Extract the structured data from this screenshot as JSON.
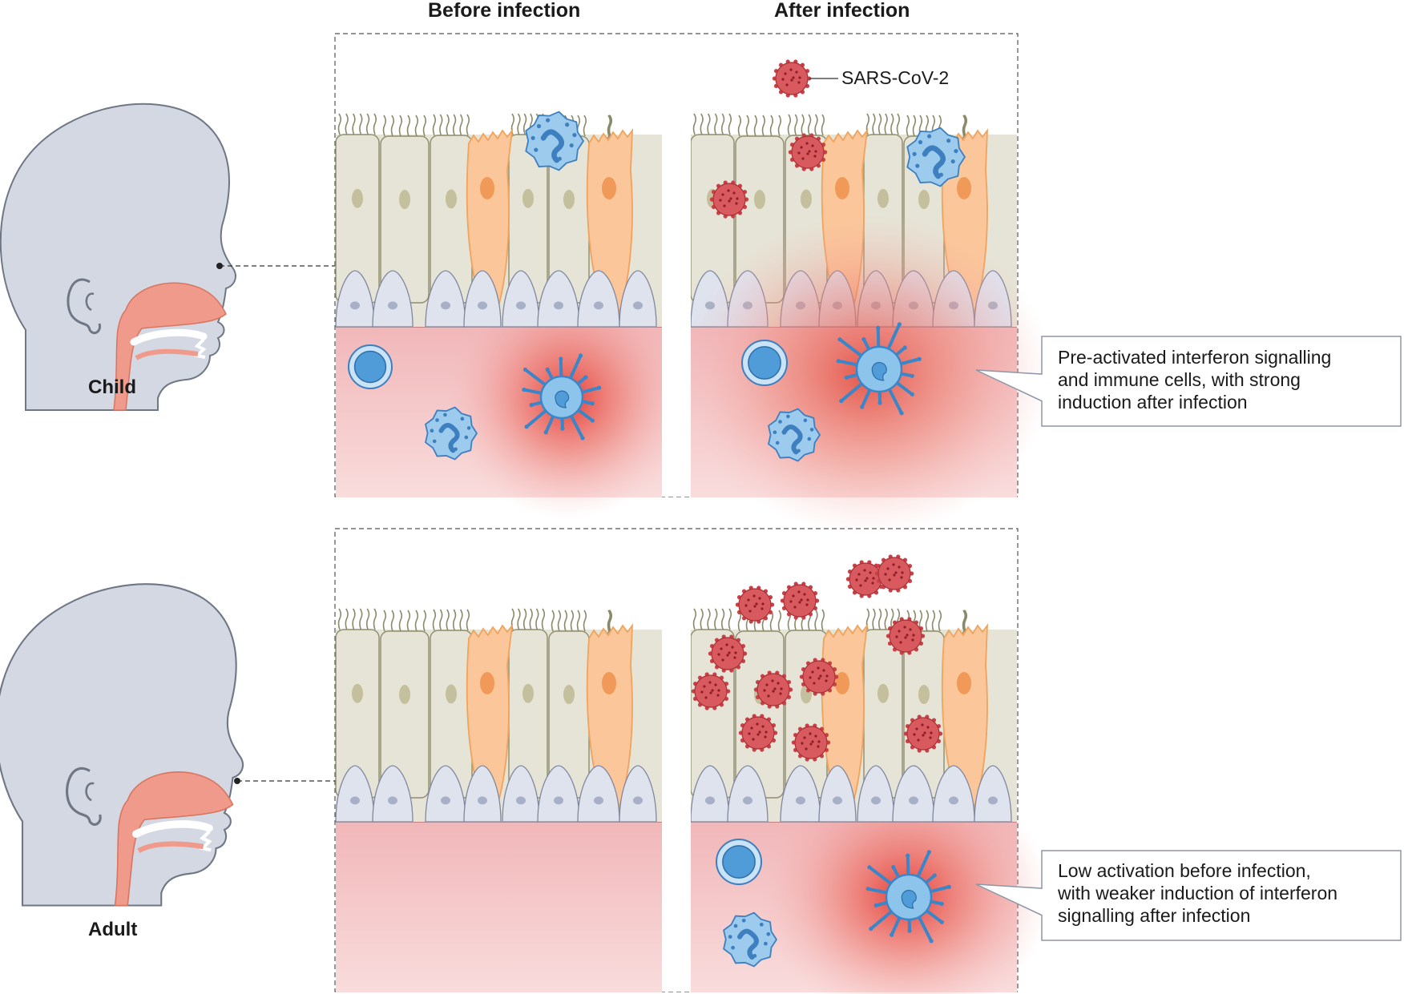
{
  "columns": {
    "before": "Before infection",
    "after": "After infection"
  },
  "legend": {
    "virus": "SARS-CoV-2"
  },
  "rows": {
    "child": {
      "label": "Child",
      "callout_lines": [
        "Pre-activated interferon signalling",
        "and immune cells, with strong",
        "induction after infection"
      ]
    },
    "adult": {
      "label": "Adult",
      "callout_lines": [
        "Low activation before infection,",
        "with weaker induction of interferon",
        "signalling after infection"
      ]
    }
  },
  "colors": {
    "head": "#d3d8e3",
    "head_outline": "#6f7785",
    "airway": "#ef9a8a",
    "epithelium": "#e6e4d6",
    "cell_outline": "#8e8d6e",
    "nucleus": "#c4c09d",
    "goblet": "#fbc79a",
    "goblet_outline": "#f0a35c",
    "basal": "#dfe3ee",
    "tissue": "#f5c6c8",
    "inflammation": "#e5453c",
    "immune_blue": "#4f9cd8",
    "virus": "#c94146"
  }
}
